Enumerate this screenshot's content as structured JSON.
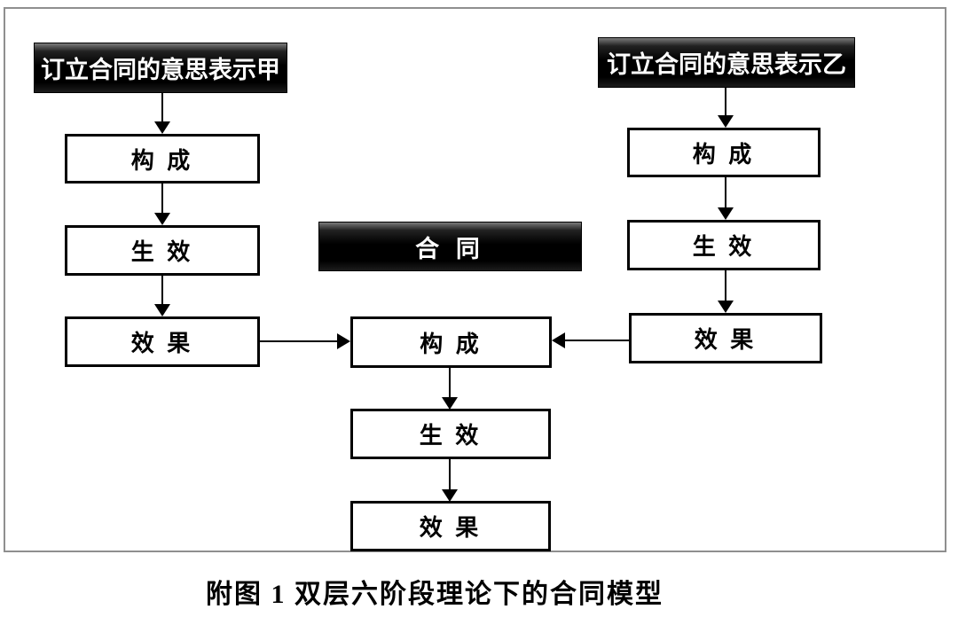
{
  "caption": "附图 1 双层六阶段理论下的合同模型",
  "colors": {
    "header_node_fill": "#000000",
    "header_node_text": "#ffffff",
    "stage_node_fill": "#ffffff",
    "stage_node_border": "#000000",
    "frame_border": "#8f8f8f",
    "arrow": "#000000"
  },
  "diagram": {
    "party_a": {
      "title": "订立合同的意思表示甲",
      "stages": [
        "构 成",
        "生 效",
        "效 果"
      ]
    },
    "party_b": {
      "title": "订立合同的意思表示乙",
      "stages": [
        "构 成",
        "生 效",
        "效 果"
      ]
    },
    "contract": {
      "title": "合 同",
      "stages": [
        "构 成",
        "生 效",
        "效 果"
      ]
    }
  }
}
